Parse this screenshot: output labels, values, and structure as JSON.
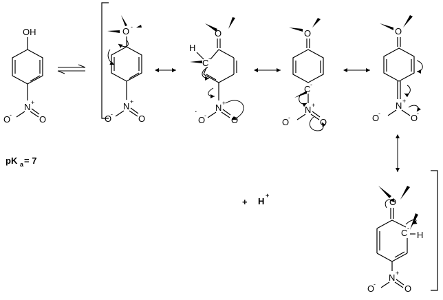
{
  "atoms": {
    "oh": "OH",
    "o": "O",
    "o_minus": "O",
    "n": "N",
    "c": "C",
    "h": "H",
    "minus": "-",
    "plus": "+",
    "radical_dot": "."
  },
  "labels": {
    "pka_p": "pK",
    "pka_sub": "a",
    "pka_rest": " = 7",
    "plus_sign": "+",
    "proton_h": "H",
    "proton_charge": "+"
  }
}
